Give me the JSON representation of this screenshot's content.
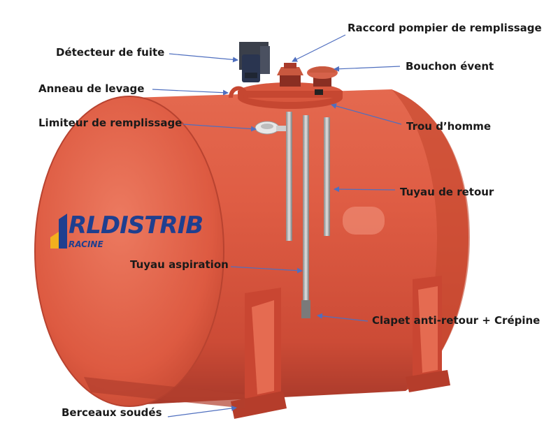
{
  "labels": {
    "raccord": "Raccord pompier de remplissage",
    "detecteur": "Détecteur de fuite",
    "bouchon": "Bouchon évent",
    "anneau": "Anneau de levage",
    "limiteur": "Limiteur de remplissage",
    "trou": "Trou d’homme",
    "retour": "Tuyau de retour",
    "aspiration": "Tuyau aspiration",
    "clapet": "Clapet anti-retour + Crépine",
    "berceaux": "Berceaux soudés"
  },
  "logo": {
    "prefix": "RL",
    "name": "DISTRIB",
    "sub": "RACINE"
  },
  "colors": {
    "tank": "#d9553f",
    "tank_shadow": "#b23f2d",
    "tank_highlight": "#ee8a74",
    "arrow": "#4f6fbf",
    "logo_blue": "#1f3f8f",
    "logo_yellow": "#f2b01e",
    "pipe": "#a9a9a9",
    "detector": "#3a3f4a"
  }
}
